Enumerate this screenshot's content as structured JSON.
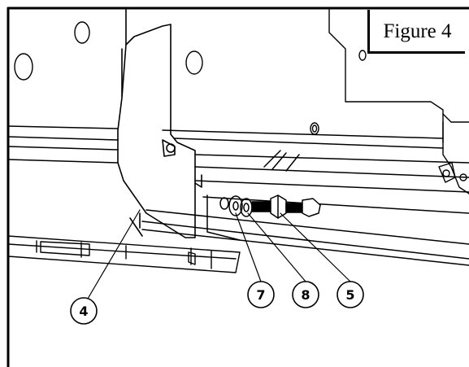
{
  "figure": {
    "label": "Figure 4"
  },
  "callouts": [
    {
      "id": "4",
      "text": "4"
    },
    {
      "id": "7",
      "text": "7"
    },
    {
      "id": "8",
      "text": "8"
    },
    {
      "id": "5",
      "text": "5"
    }
  ],
  "colors": {
    "line": "#000000",
    "background": "#ffffff"
  }
}
